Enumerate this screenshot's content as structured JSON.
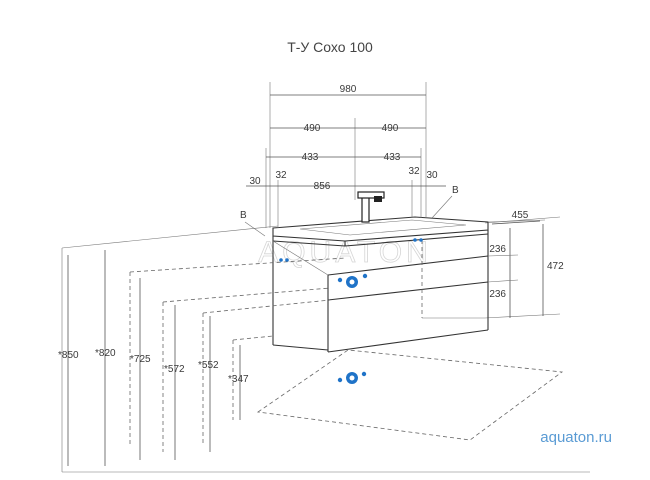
{
  "title": "Т-У Сохо 100",
  "brand": "aquaton.ru",
  "watermark": "AQUATON",
  "marker_b": "B",
  "widths": {
    "w980": "980",
    "w490_left": "490",
    "w490_right": "490",
    "w433_left": "433",
    "w433_right": "433",
    "w856": "856",
    "w30_left": "30",
    "w32_left": "32",
    "w32_right": "32",
    "w30_right": "30"
  },
  "right_dims": {
    "depth": "455",
    "upper": "236",
    "lower": "236",
    "total": "472"
  },
  "heights": {
    "h850": "*850",
    "h820": "*820",
    "h725": "*725",
    "h572": "*572",
    "h552": "*552",
    "h347": "*347"
  },
  "colors": {
    "fitting_blue": "#1f73c8",
    "brand_blue": "#5a9bd4",
    "line": "#333333"
  }
}
